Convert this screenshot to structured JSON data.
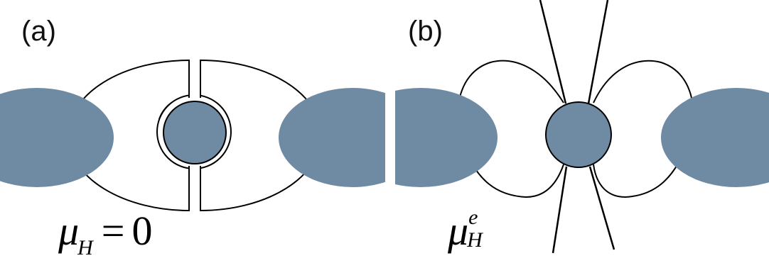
{
  "panels": [
    {
      "label": "(a)",
      "formula": {
        "symbol": "μ",
        "subscript": "H",
        "relation": "=",
        "value": "0"
      }
    },
    {
      "label": "(b)",
      "formula": {
        "symbol": "μ",
        "subscript": "H",
        "superscript": "e"
      }
    }
  ],
  "colors": {
    "blob_fill": "#6f8aa3",
    "stroke": "#000000",
    "background": "#ffffff"
  }
}
